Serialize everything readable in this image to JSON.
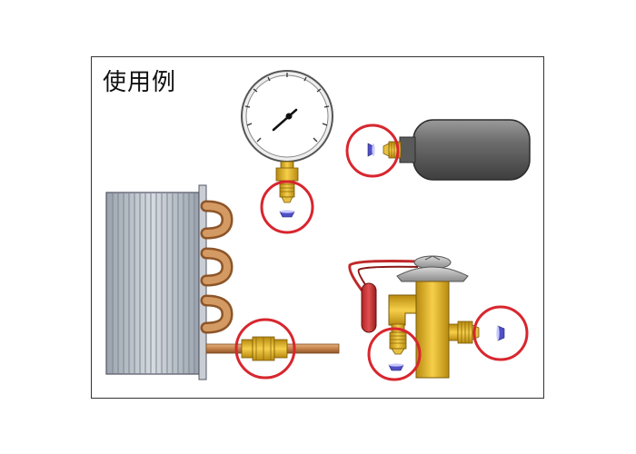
{
  "title": "使用例",
  "colors": {
    "highlight_circle": "#d8262e",
    "brass": "#e8b321",
    "copper": "#c98a4e",
    "tank": "#5c5c5c",
    "gasket": "#5a5ad0",
    "gauge_face": "#ffffff"
  },
  "components": [
    {
      "id": "pressure-gauge",
      "icon": "pressure-gauge-icon"
    },
    {
      "id": "refrigerant-tank",
      "icon": "gas-tank-icon"
    },
    {
      "id": "condenser-coil",
      "icon": "heat-exchanger-icon"
    },
    {
      "id": "expansion-valve",
      "icon": "expansion-valve-icon"
    }
  ],
  "highlights": [
    "gauge-flare-joint",
    "tank-flare-joint",
    "pipe-union-joint",
    "valve-inlet-joint",
    "valve-outlet-joint"
  ]
}
